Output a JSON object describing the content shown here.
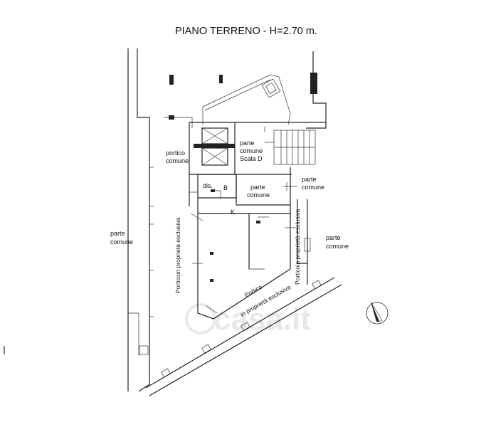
{
  "title": "PIANO TERRENO - H=2.70 m.",
  "labels": {
    "portico_comune_1": "portico",
    "portico_comune_2": "comune",
    "parte_comune_scala_1": "parte",
    "parte_comune_scala_2": "comune",
    "parte_comune_scala_3": "Scala D",
    "dis": "dis.",
    "b": "B",
    "parte_comune_center_1": "parte",
    "parte_comune_center_2": "comune",
    "parte_comune_right_1": "parte",
    "parte_comune_right_2": "comune",
    "k": "K",
    "parte_comune_left_1": "parte",
    "parte_comune_left_2": "comune",
    "parte_comune_far_right_1": "parte",
    "parte_comune_far_right_2": "comune",
    "porticoin_left": "Porticoin proprietà esclusiva",
    "porticoin_right": "Porticoin proprietà esclusiva",
    "portico_bottom_1": "Portico",
    "portico_bottom_2": "in proprietà esclusiva"
  },
  "watermark": "casa.it"
}
